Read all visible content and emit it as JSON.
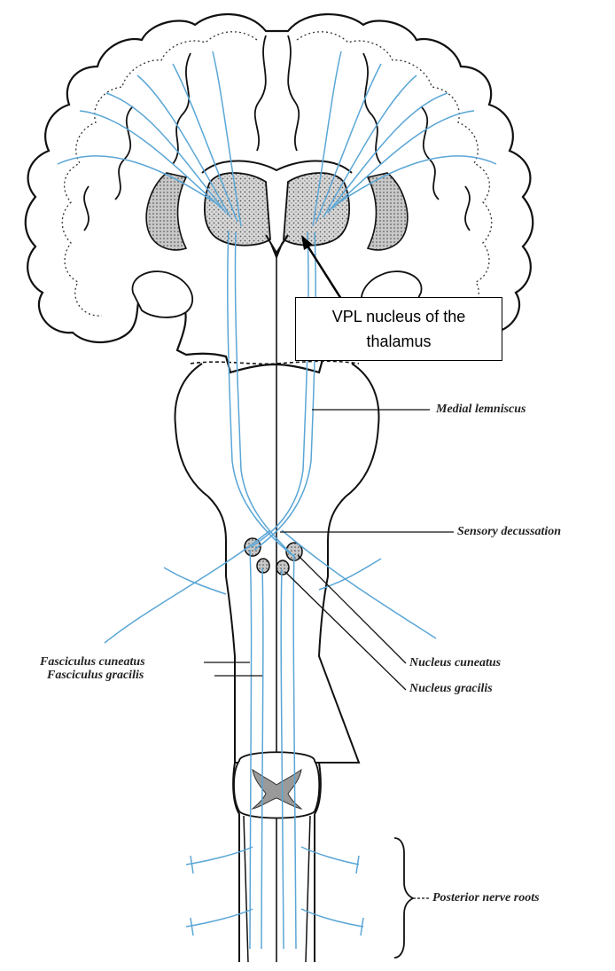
{
  "diagram": {
    "callout": {
      "text": "VPL nucleus of the thalamus"
    },
    "labels": {
      "medial_lemniscus": "Medial lemniscus",
      "sensory_decussation": "Sensory decussation",
      "fasciculus_cuneatus": "Fasciculus cuneatus",
      "fasciculus_gracilis": "Fasciculus gracilis",
      "nucleus_cuneatus": "Nucleus cuneatus",
      "nucleus_gracilis": "Nucleus gracilis",
      "posterior_nerve_roots": "Posterior nerve roots"
    },
    "colors": {
      "fiber": "#5aa6d6",
      "outline": "#111111",
      "gray_matter": "#9a9a9a"
    }
  }
}
